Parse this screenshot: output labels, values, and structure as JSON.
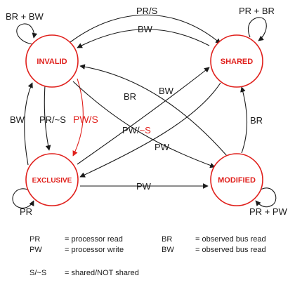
{
  "states": {
    "invalid": "INVALID",
    "shared": "SHARED",
    "exclusive": "EXCLUSIVE",
    "modified": "MODIFIED"
  },
  "edges": {
    "invalid_self": "BR + BW",
    "shared_self": "PR + BR",
    "exclusive_self": "PR",
    "modified_self": "PR + PW",
    "invalid_to_shared": "PR/S",
    "shared_to_invalid": "BW",
    "invalid_exclusive_left": "BW",
    "invalid_to_exclusive": "PR/~S",
    "invalid_to_exclusive_red": "PW/S",
    "invalid_to_modified_prefix": "PW/",
    "invalid_to_modified_suffix": "~S",
    "exclusive_to_shared": "BR",
    "modified_to_invalid": "BW",
    "shared_to_modified": "PW",
    "modified_to_shared": "BR",
    "exclusive_to_modified": "PW"
  },
  "colors": {
    "state_stroke": "#e0201c",
    "state_text": "#e0201c",
    "edge": "#1a1a1a",
    "edge_highlight": "#e0201c"
  },
  "legend": {
    "rows": [
      {
        "a_key": "PR",
        "a_val": "= processor read",
        "b_key": "BR",
        "b_val": "= observed bus read"
      },
      {
        "a_key": "PW",
        "a_val": "= processor write",
        "b_key": "BW",
        "b_val": "= observed bus read"
      }
    ],
    "shared_key": "S/~S",
    "shared_val": "= shared/NOT shared"
  }
}
